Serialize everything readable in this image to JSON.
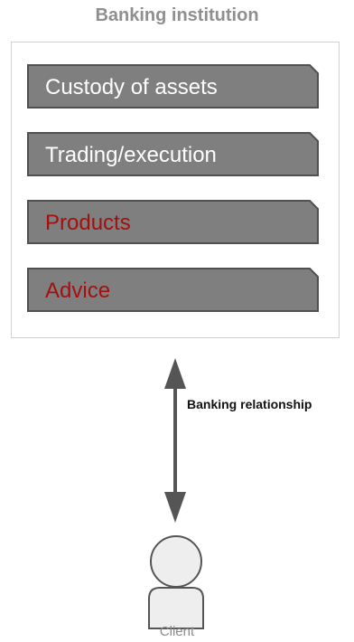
{
  "title": "Banking institution",
  "services": [
    {
      "label": "Custody of assets",
      "text_color": "#ffffff"
    },
    {
      "label": "Trading/execution",
      "text_color": "#ffffff"
    },
    {
      "label": "Products",
      "text_color": "#a3100f"
    },
    {
      "label": "Advice",
      "text_color": "#a3100f"
    }
  ],
  "relationship": {
    "label": "Banking relationship"
  },
  "client": {
    "label": "Client"
  },
  "colors": {
    "block_fill": "#7f7f7f",
    "block_border": "#505050",
    "highlight_text": "#a3100f",
    "arrow": "#555555",
    "person_fill": "#eeeeee"
  }
}
